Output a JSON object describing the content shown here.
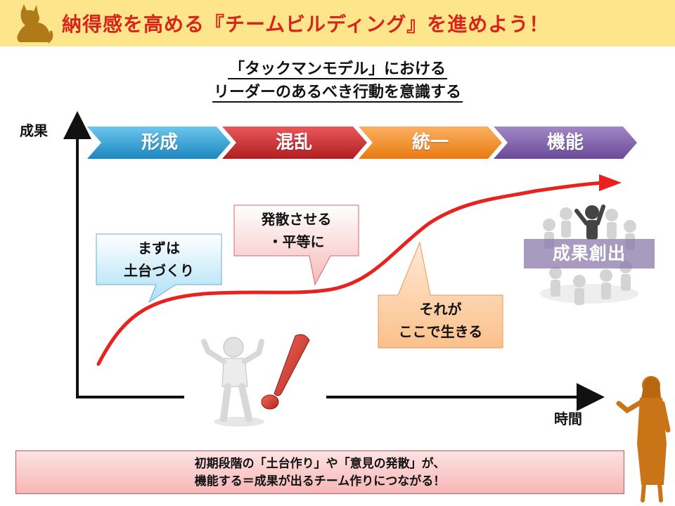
{
  "header": {
    "title": "納得感を高める『チームビルディング』を進めよう！"
  },
  "subtitle": {
    "line1": "「タックマンモデル」における",
    "line2": "リーダーのあるべき行動を意識する"
  },
  "stages": [
    {
      "label": "形成",
      "color": "#2e9ed2"
    },
    {
      "label": "混乱",
      "color": "#c9282c"
    },
    {
      "label": "統一",
      "color": "#f08a1c"
    },
    {
      "label": "機能",
      "color": "#7c5aa6"
    }
  ],
  "axes": {
    "y_label": "成果",
    "x_label": "時間"
  },
  "callouts": {
    "foundation": {
      "line1": "まずは",
      "line2": "土台づくり"
    },
    "diverge": {
      "line1": "発散させる",
      "line2": "・平等に"
    },
    "apply": {
      "line1": "それが",
      "line2": "ここで生きる"
    }
  },
  "result_label": "成果創出",
  "footer": {
    "line1": "初期段階の「土台作り」や「意見の発散」が、",
    "line2": "機能する＝成果が出るチーム作りにつながる！"
  },
  "colors": {
    "header_bg": "#fce58a",
    "header_text": "#d9241b",
    "curve": "#e8221f"
  }
}
